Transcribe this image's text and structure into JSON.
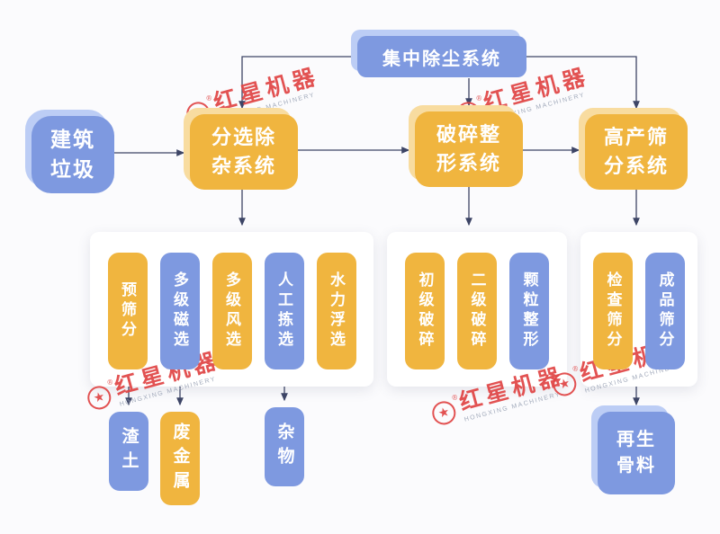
{
  "colors": {
    "blue": "#7e99e0",
    "blue_light": "#bccdf5",
    "yellow": "#f0b53f",
    "yellow_light": "#f8dca0",
    "line": "#3d4566",
    "panel": "#ffffff",
    "bg": "#fbfbfd",
    "wm_red": "#e04444",
    "wm_gray": "#9aa3b5"
  },
  "watermark": {
    "star": "★",
    "registered": "®",
    "text": "红星机器",
    "subtext": "HONGXING MACHINERY"
  },
  "flow": {
    "dust_system": {
      "label": "集中除尘系统",
      "color": "blue"
    },
    "input": {
      "label": "建筑垃圾",
      "lines": [
        "建筑",
        "垃圾"
      ],
      "color": "blue"
    },
    "systems": [
      {
        "label": "分选除杂系统",
        "lines": [
          "分选除",
          "杂系统"
        ],
        "color": "yellow"
      },
      {
        "label": "破碎整形系统",
        "lines": [
          "破碎整",
          "形系统"
        ],
        "color": "yellow"
      },
      {
        "label": "高产筛分系统",
        "lines": [
          "高产筛",
          "分系统"
        ],
        "color": "yellow"
      }
    ],
    "sorting_steps": [
      {
        "label": "预筛分",
        "color": "yellow"
      },
      {
        "label": "多级磁选",
        "color": "blue"
      },
      {
        "label": "多级风选",
        "color": "yellow"
      },
      {
        "label": "人工拣选",
        "color": "blue"
      },
      {
        "label": "水力浮选",
        "color": "yellow"
      }
    ],
    "crushing_steps": [
      {
        "label": "初级破碎",
        "color": "yellow"
      },
      {
        "label": "二级破碎",
        "color": "yellow"
      },
      {
        "label": "颗粒整形",
        "color": "blue"
      }
    ],
    "screening_steps": [
      {
        "label": "检查筛分",
        "color": "yellow"
      },
      {
        "label": "成品筛分",
        "color": "blue"
      }
    ],
    "outputs": [
      {
        "label": "渣土",
        "color": "blue"
      },
      {
        "label": "废金属",
        "color": "yellow"
      },
      {
        "label": "杂物",
        "color": "blue"
      },
      {
        "label": "再生骨料",
        "lines": [
          "再生",
          "骨料"
        ],
        "color": "blue"
      }
    ]
  }
}
